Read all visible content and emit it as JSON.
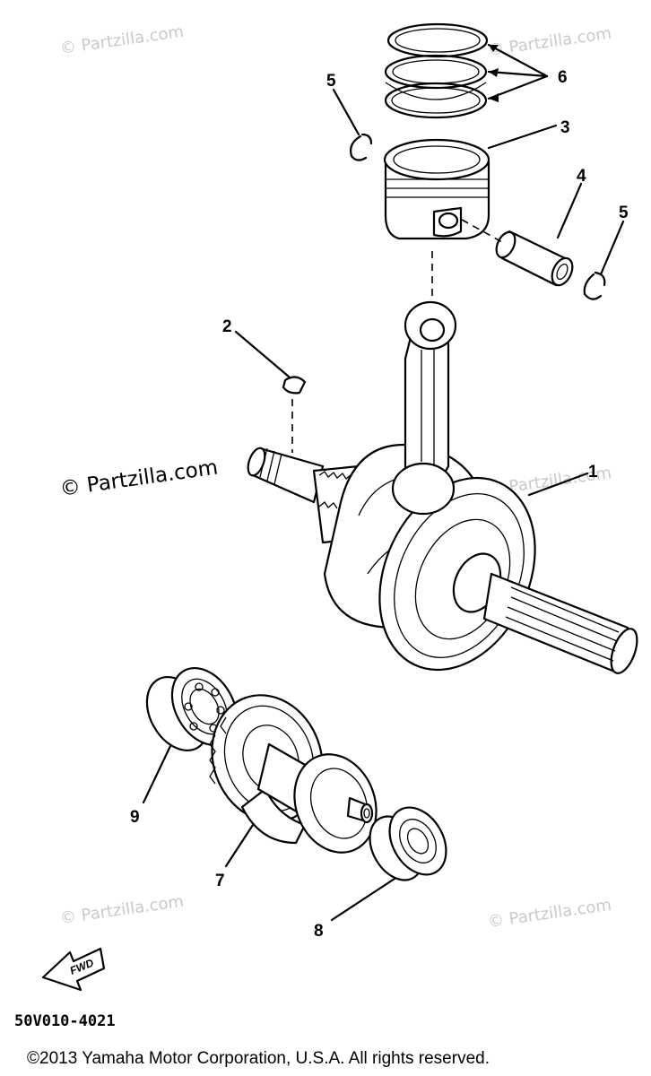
{
  "diagram": {
    "callouts": {
      "p1": "1",
      "p2": "2",
      "p3": "3",
      "p4": "4",
      "p5a": "5",
      "p5b": "5",
      "p6": "6",
      "p7": "7",
      "p8": "8",
      "p9": "9"
    },
    "watermarks": {
      "w1": "© Partzilla.com",
      "w2": "© Partzilla.com",
      "w3": "© Partzilla.com",
      "w4": "© Partzilla.com",
      "w5": "© Partzilla.com",
      "w6": "© Partzilla.com"
    },
    "fwd_label": "FWD",
    "diagram_code": "50V010-4021"
  },
  "footer": {
    "copyright": "©2013 Yamaha Motor Corporation, U.S.A. All rights reserved."
  }
}
